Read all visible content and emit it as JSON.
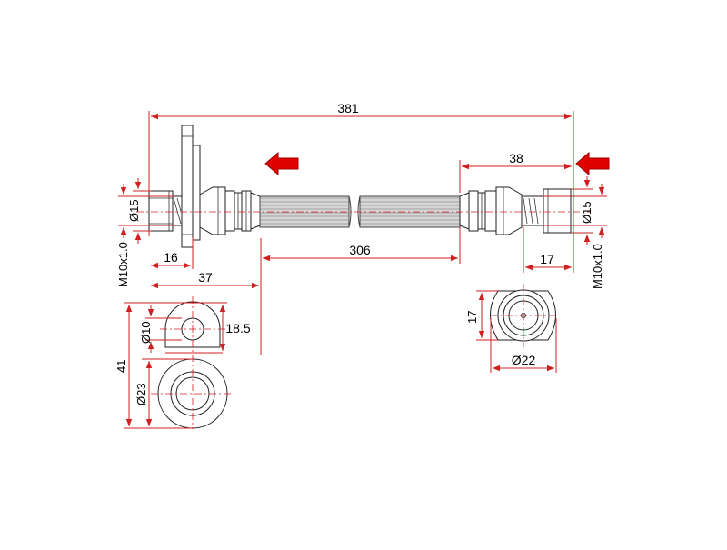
{
  "colors": {
    "dimension_line": "#d02020",
    "arrow": "#e00000",
    "outline": "#222222",
    "hose": "#cfcfcf"
  },
  "dimensions": {
    "total_length": "381",
    "hose_length": "306",
    "right_end_length": "38",
    "left_end_length": "37",
    "left_thread_length": "16",
    "right_thread_length": "17",
    "left_hex_diameter": "Ø15",
    "right_hex_diameter": "Ø15",
    "left_thread_spec": "M10x1.0",
    "right_thread_spec": "M10x1.0",
    "bracket_hole_small": "Ø10",
    "bracket_hole_spacing": "18.5",
    "bracket_height": "41",
    "bracket_hole_large": "Ø23",
    "right_hex_flat": "17",
    "right_hex_outer": "Ø22"
  },
  "icons": [
    "arrow-left-icon",
    "arrow-left-icon"
  ]
}
